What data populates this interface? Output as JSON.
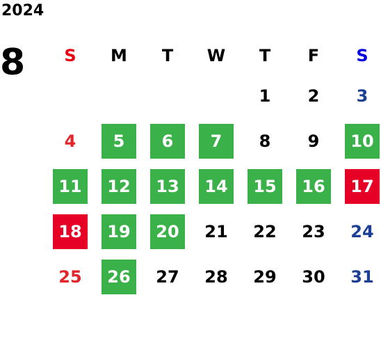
{
  "calendar": {
    "year": "2024",
    "month": "8",
    "weekdays": [
      "S",
      "M",
      "T",
      "W",
      "T",
      "F",
      "S"
    ],
    "weeks": [
      [
        "",
        "",
        "",
        "",
        "1",
        "2",
        "3"
      ],
      [
        "4",
        "5",
        "6",
        "7",
        "8",
        "9",
        "10"
      ],
      [
        "11",
        "12",
        "13",
        "14",
        "15",
        "16",
        "17"
      ],
      [
        "18",
        "19",
        "20",
        "21",
        "22",
        "23",
        "24"
      ],
      [
        "25",
        "26",
        "27",
        "28",
        "29",
        "30",
        "31"
      ]
    ]
  },
  "legend": {
    "green_days": [
      "5",
      "6",
      "7",
      "10",
      "11",
      "12",
      "13",
      "14",
      "15",
      "16",
      "19",
      "20",
      "26"
    ],
    "red_days": [
      "17",
      "18"
    ]
  },
  "colors": {
    "sunday_text": "#e0252b",
    "saturday_text": "#1c3f94",
    "sunday_header": "#e60012",
    "saturday_header": "#0000e0",
    "green_highlight": "#3bb149",
    "red_highlight": "#e60026"
  }
}
